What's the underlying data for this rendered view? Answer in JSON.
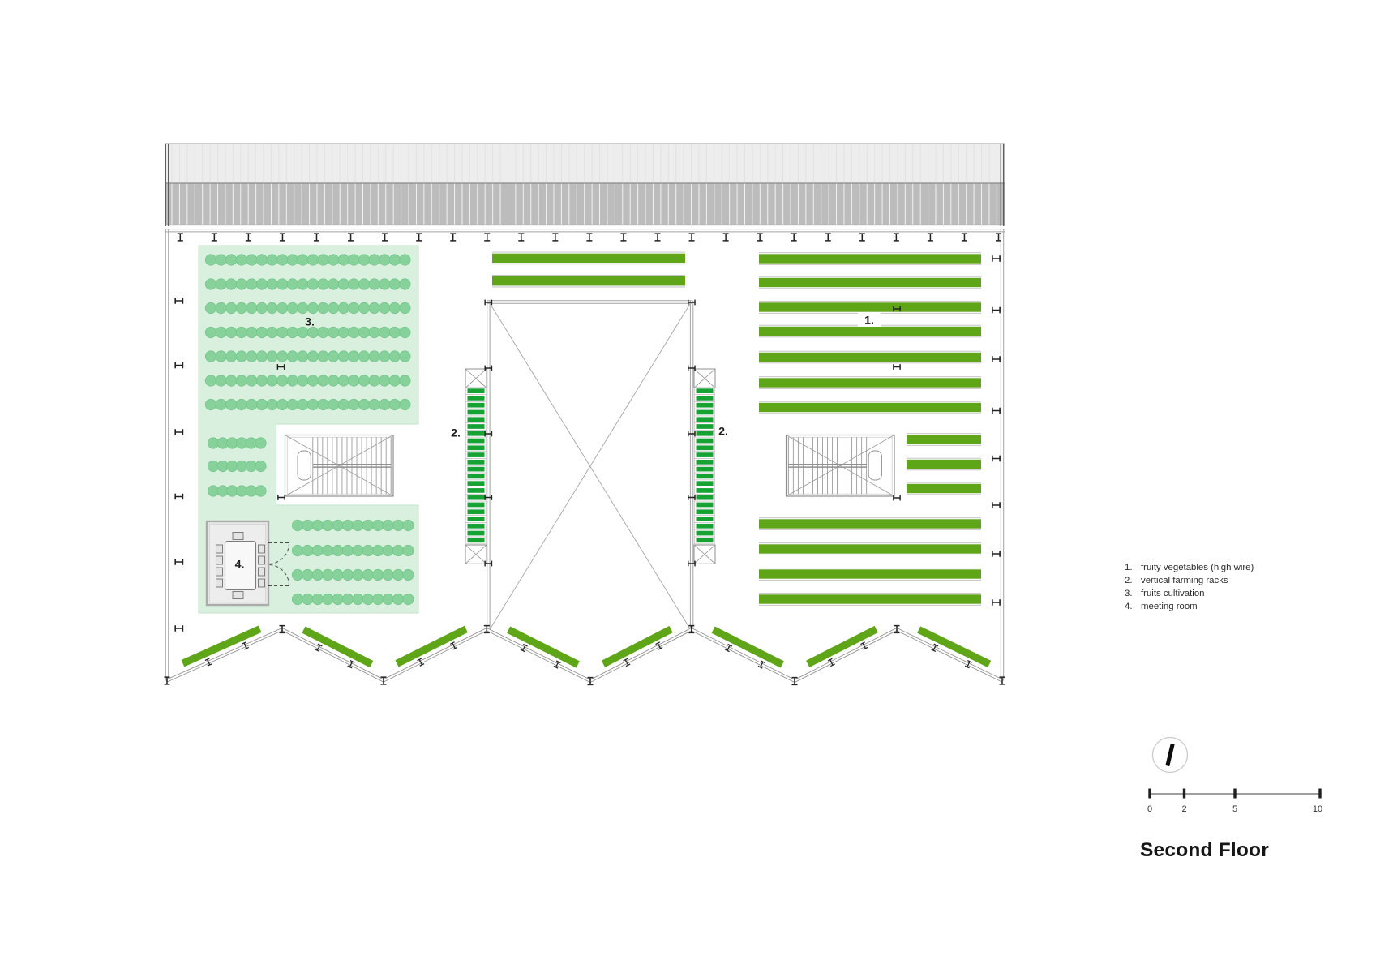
{
  "page_title": "Second Floor",
  "plan_labels": {
    "area1_num": "1.",
    "area2_left_num": "2.",
    "area2_right_num": "2.",
    "area3_num": "3.",
    "area4_num": "4."
  },
  "legend": {
    "items": [
      {
        "num": "1.",
        "label": "fruity vegetables (high wire)"
      },
      {
        "num": "2.",
        "label": "vertical farming racks"
      },
      {
        "num": "3.",
        "label": "fruits cultivation"
      },
      {
        "num": "4.",
        "label": "meeting room"
      }
    ]
  },
  "scale_bar": {
    "ticks": [
      "0",
      "2",
      "5",
      "10"
    ]
  },
  "colors": {
    "bar_green": "#5fa518",
    "rack_green": "#16a334",
    "area_green": "#daf0df",
    "area_edge": "#c3e2cb",
    "dot_green": "#87d19b",
    "dot_edge": "#76c68c",
    "wall_gray": "#a3a3a3",
    "detail_gray": "#8f8f8f",
    "marker_dark": "#222222",
    "roof_light": "#ededed",
    "roof_dark": "#bcbcbc",
    "room_fill": "#ededed"
  }
}
